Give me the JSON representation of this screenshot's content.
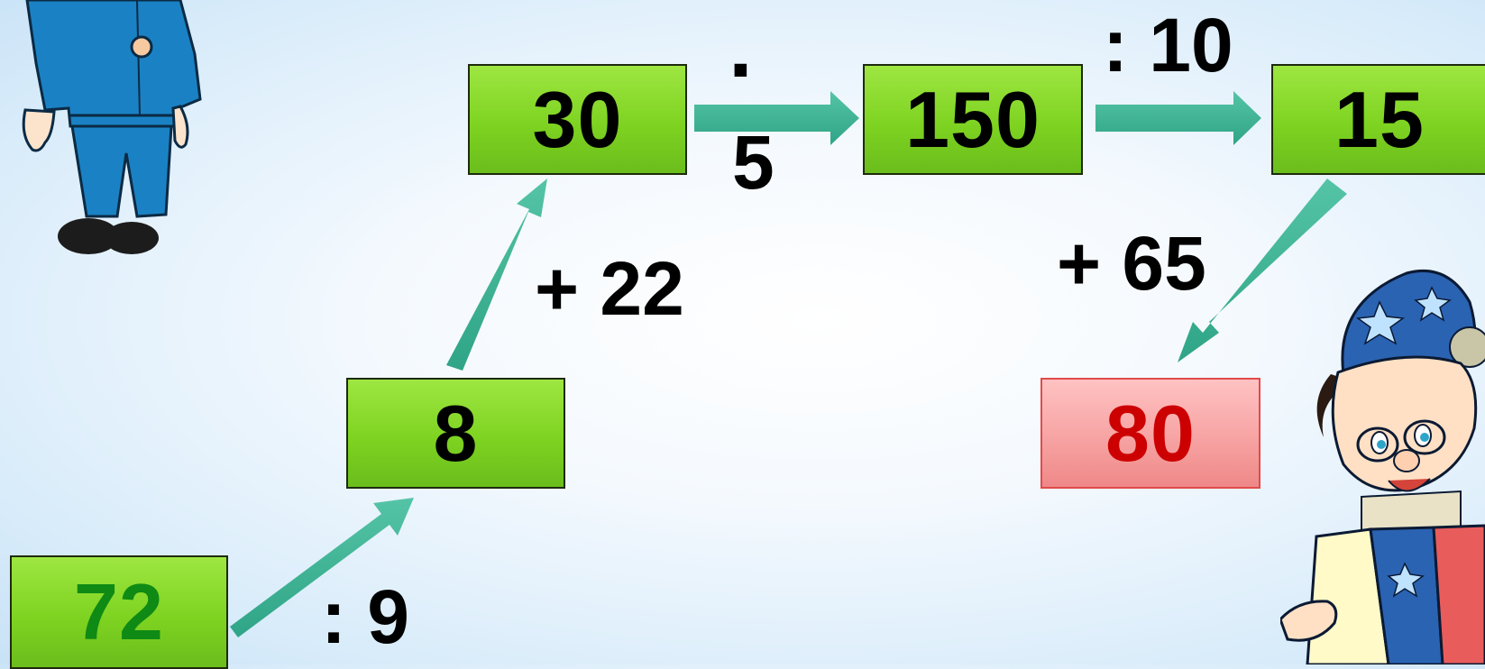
{
  "diagram": {
    "nodes": {
      "n72": {
        "label": "72"
      },
      "n8": {
        "label": "8"
      },
      "n30": {
        "label": "30"
      },
      "n150": {
        "label": "150"
      },
      "n15": {
        "label": "15"
      },
      "n80": {
        "label": "80"
      }
    },
    "operations": {
      "op_div9": {
        "label": ": 9"
      },
      "op_plus22": {
        "label": "+ 22"
      },
      "op_times5_sign": {
        "label": "·"
      },
      "op_times5_num": {
        "label": "5"
      },
      "op_div10": {
        "label": ": 10"
      },
      "op_plus65": {
        "label": "+ 65"
      }
    },
    "colors": {
      "node_fill": "#7ed321",
      "node_border": "#1d2b0e",
      "result_fill": "#f7a3a3",
      "result_text": "#cc0000",
      "start_text": "#0f8a14",
      "arrow": "#3fb59a"
    }
  },
  "characters": {
    "left": {
      "icon": "policeman-character-icon"
    },
    "right": {
      "icon": "wizard-boy-character-icon"
    }
  }
}
